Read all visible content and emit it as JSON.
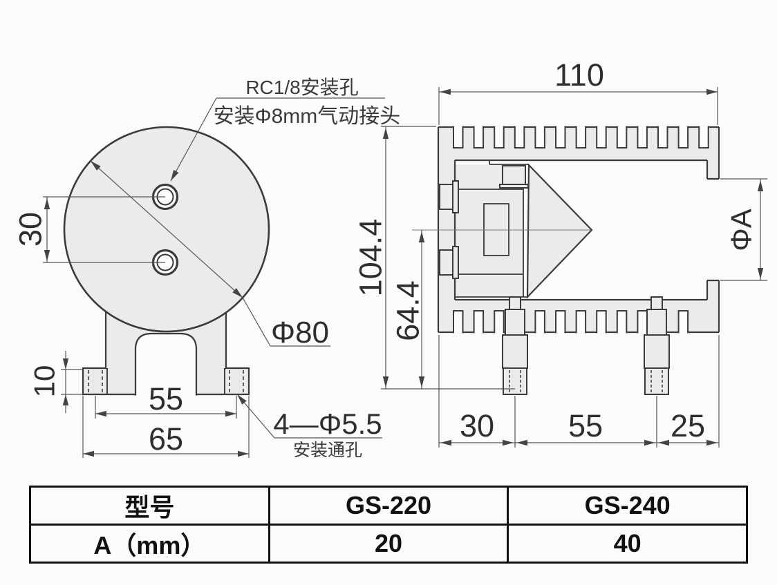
{
  "drawing": {
    "left_view": {
      "labels": {
        "port_note_line1": "RC1/8安装孔",
        "port_note_line2": "安装Φ8mm气动接头",
        "diameter": "Φ80",
        "mount_holes": "4—Φ5.5",
        "mount_holes_note": "安装通孔"
      },
      "dims": {
        "hole_spacing": "30",
        "flange_thickness": "10",
        "hole_pitch": "55",
        "base_width": "65"
      }
    },
    "right_view": {
      "dims": {
        "overall_width": "110",
        "overall_height": "104.4",
        "lower_height": "64.4",
        "outlet_diameter": "ΦA",
        "left_offset": "30",
        "bolt_pitch": "55",
        "right_offset": "25"
      }
    }
  },
  "table": {
    "rows": [
      [
        "型号",
        "GS-220",
        "GS-240"
      ],
      [
        "A（mm）",
        "20",
        "40"
      ]
    ]
  },
  "colors": {
    "background": "#fbfbfb",
    "part_fill": "#ebebeb",
    "outline": "#3b3b3b",
    "dim_line": "#555555",
    "table_border": "#111111"
  }
}
